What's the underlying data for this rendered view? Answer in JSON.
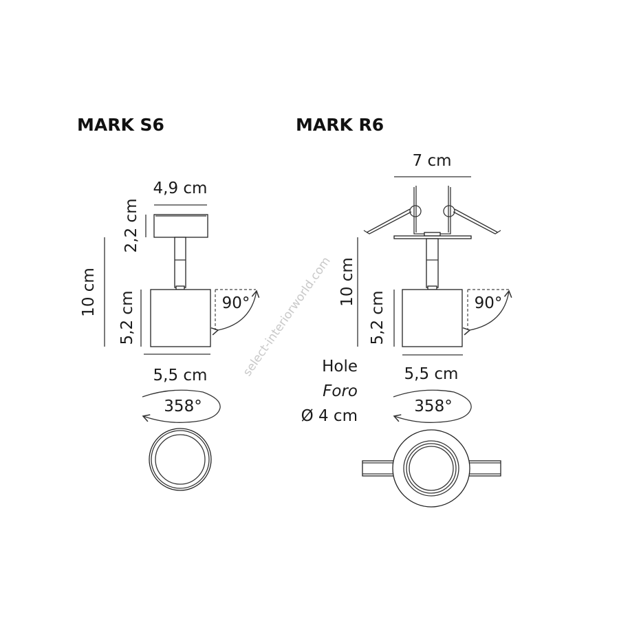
{
  "left": {
    "title": "MARK S6",
    "canopy_width": "4,9 cm",
    "canopy_height": "2,2 cm",
    "total_height": "10 cm",
    "head_height": "5,2 cm",
    "tilt_angle": "90°",
    "head_width": "5,5 cm",
    "rotation_angle": "358°"
  },
  "right": {
    "title": "MARK R6",
    "frame_width": "7 cm",
    "total_height": "10 cm",
    "head_height": "5,2 cm",
    "tilt_angle": "90°",
    "head_width": "5,5 cm",
    "rotation_angle": "358°",
    "hole_label": "Hole",
    "foro_label": "Foro",
    "hole_diameter": "Ø 4 cm"
  },
  "watermark": "select-interiorworld.com"
}
